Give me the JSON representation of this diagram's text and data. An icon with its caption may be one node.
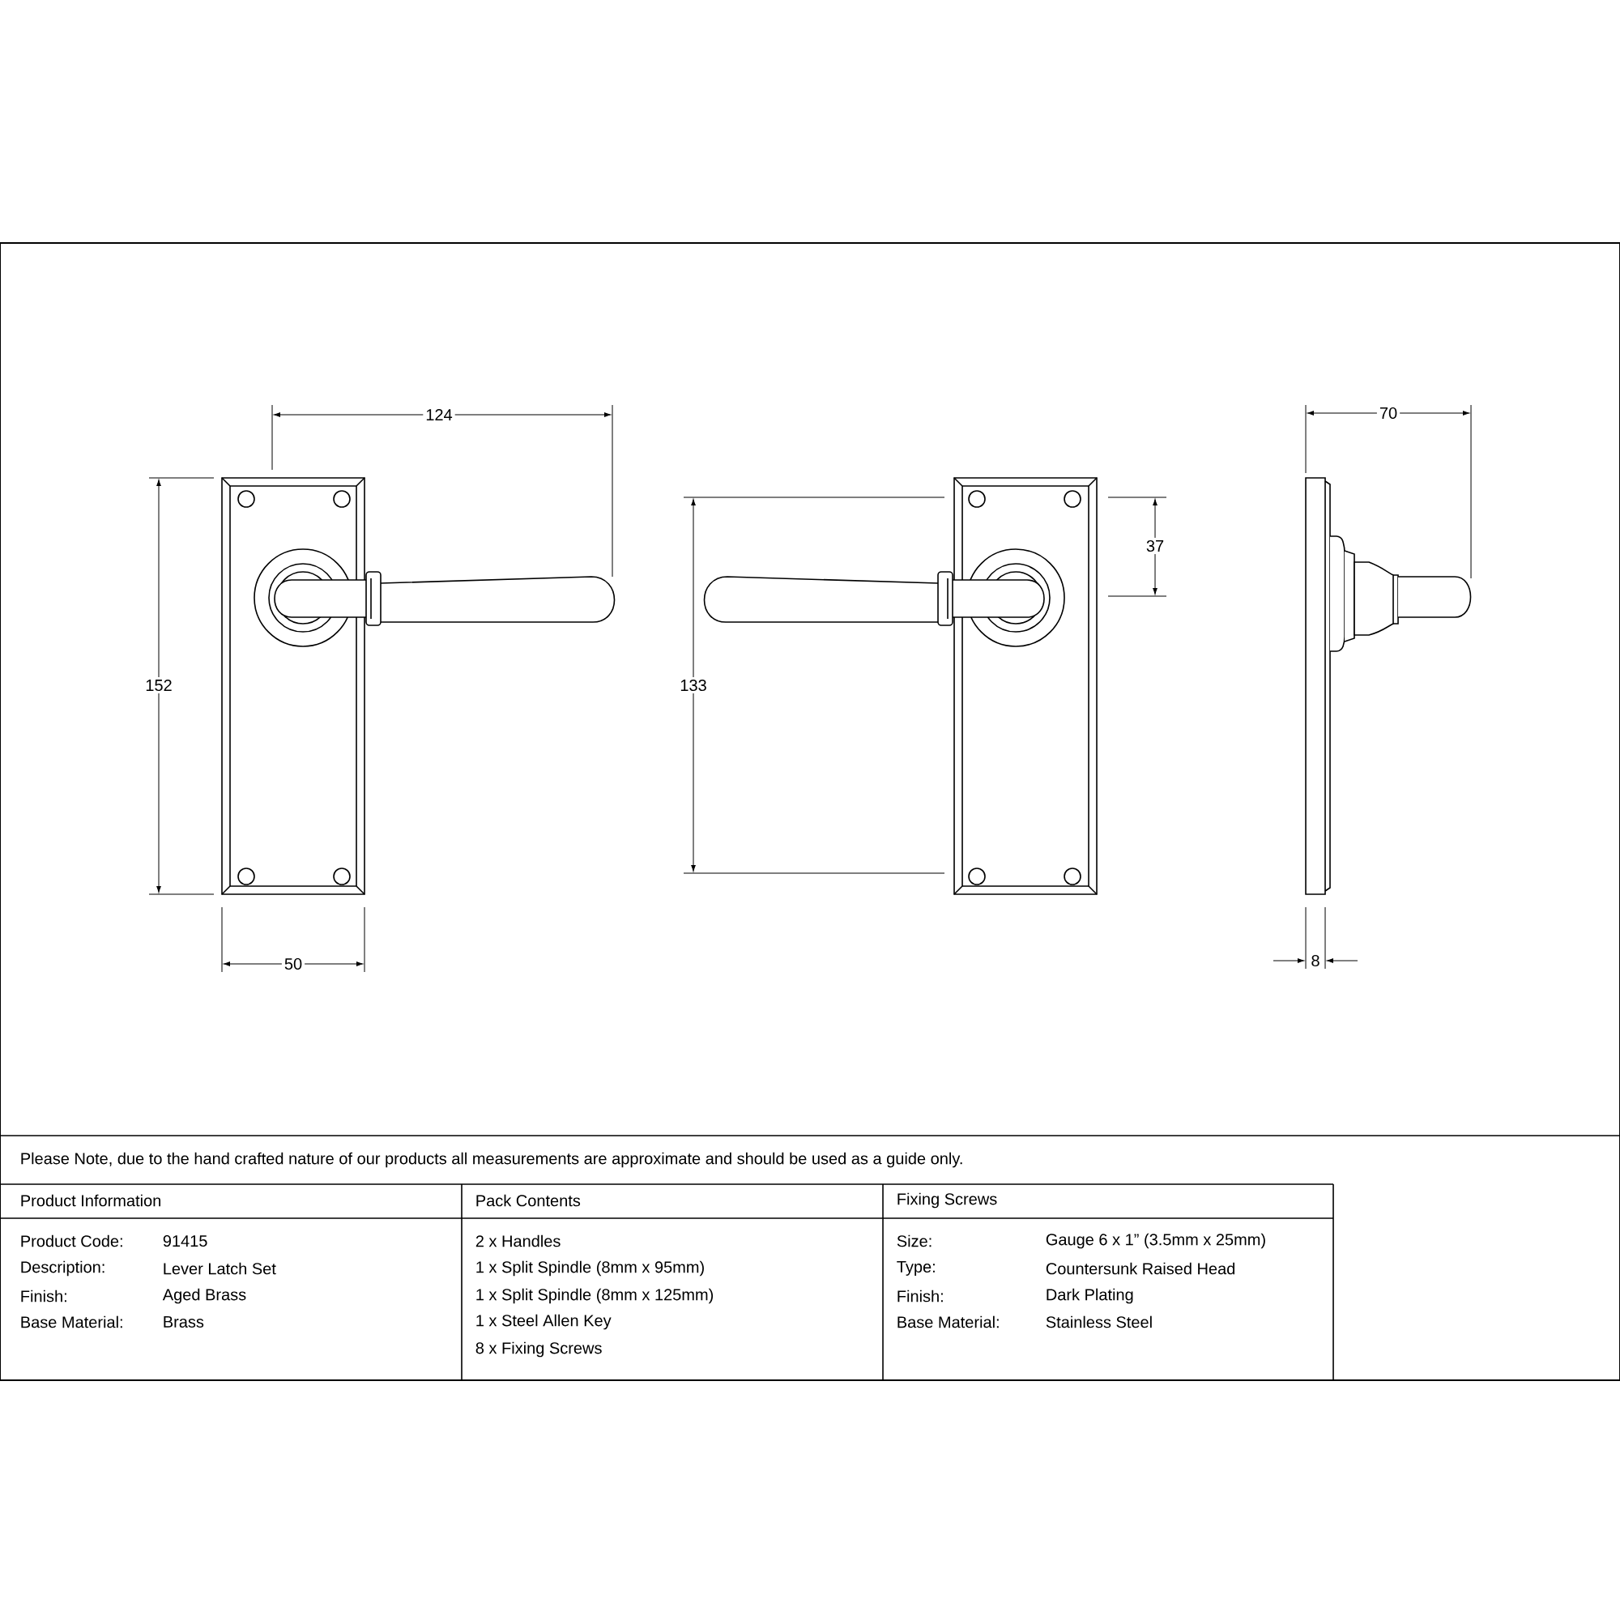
{
  "diagram": {
    "labels": [
      "124",
      "152",
      "50",
      "133",
      "37",
      "70",
      "8",
      "Please Note, due to the hand crafted nature of our products all measurements are approximate and should be used as a guide only.",
      "Product Information",
      "Pack Contents",
      "Fixing Screws",
      "Product Code:",
      "91415",
      "2 x Handles",
      "Size:",
      "Gauge 6 x 1” (3.5mm x 25mm)",
      "Description:",
      "Lever Latch Set",
      "1 x Split Spindle (8mm x 95mm)",
      "Type:",
      "Countersunk Raised Head",
      "Finish:",
      "Aged Brass",
      "1 x Split Spindle (8mm x 125mm)",
      "Finish:",
      "Dark Plating",
      "Base Material:",
      "Brass",
      "1 x Steel Allen Key",
      "Base Material:",
      "Stainless Steel",
      "8 x Fixing Screws"
    ]
  }
}
